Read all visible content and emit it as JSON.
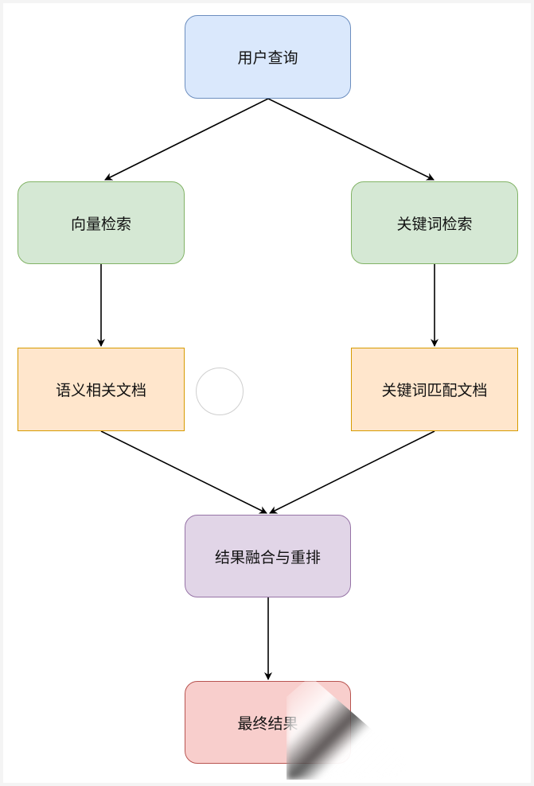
{
  "nodes": {
    "query": "用户查询",
    "vector_search": "向量检索",
    "keyword_search": "关键词检索",
    "semantic_docs": "语义相关文档",
    "keyword_docs": "关键词匹配文档",
    "fusion": "结果融合与重排",
    "final": "最终结果"
  },
  "colors": {
    "query": "#dae8fc",
    "search": "#d5e8d4",
    "docs": "#ffe6cc",
    "fusion": "#e1d5e7",
    "final": "#f8cecc",
    "edge": "#000000"
  }
}
